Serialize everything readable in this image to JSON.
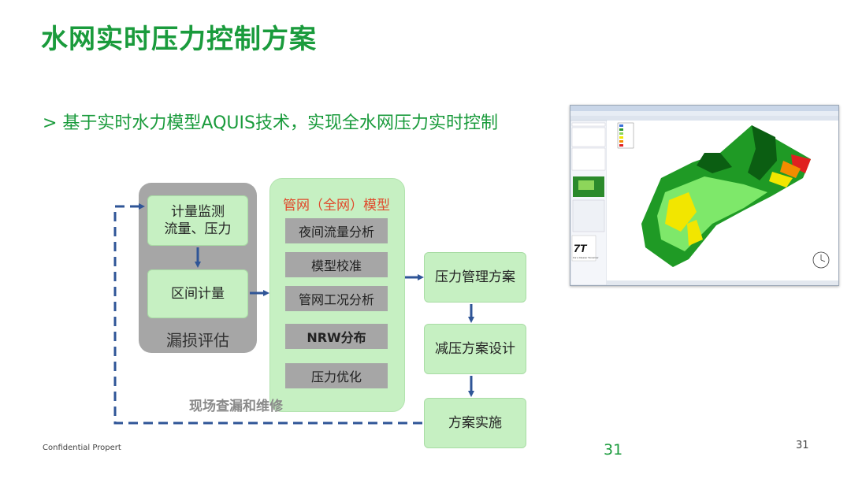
{
  "title": "水网实时压力控制方案",
  "subtitle": "> 基于实时水力模型AQUIS技术，实现全水网压力实时控制",
  "left_panel": {
    "box1": "计量监测\n流量、压力",
    "box2": "区间计量",
    "footer_label": "漏损评估"
  },
  "model_panel": {
    "title": "管网（全网）模型",
    "items": [
      "夜间流量分析",
      "模型校准",
      "管网工况分析",
      "NRW分布",
      "压力优化"
    ]
  },
  "right_flow": [
    "压力管理方案",
    "减压方案设计",
    "方案实施"
  ],
  "field_note": "现场查漏和维修",
  "footer": "Confidential Propert",
  "slide_number": "31",
  "page_number": "31",
  "screenshot": {
    "logo": "7T",
    "tagline": "For a Cleaner Tomorrow"
  },
  "colors": {
    "accent_green": "#1a9b3c",
    "box_green": "#c6f0c2",
    "panel_gray": "#a6a6a6",
    "arrow_blue": "#2f5597",
    "model_title_red": "#e0492b"
  }
}
